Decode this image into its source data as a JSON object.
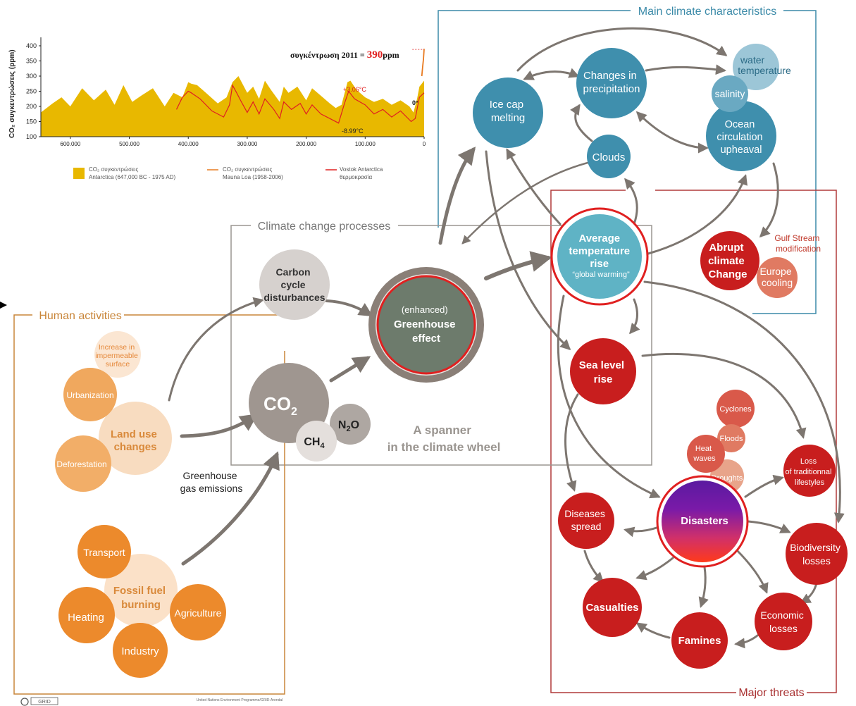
{
  "chart_data": {
    "type": "area",
    "ylabel": "CO₂ συγκεντρώσεις (ppm)",
    "xlim": [
      -650000,
      0
    ],
    "ylim": [
      100,
      400
    ],
    "y_ticks": [
      "100",
      "150",
      "200",
      "250",
      "300",
      "350",
      "400"
    ],
    "x_ticks": [
      "600.000",
      "500.000",
      "400.000",
      "300.000",
      "200.000",
      "100.000",
      "0"
    ],
    "annotation_prefix": "συγκέντρωση 2011 = ",
    "annotation_value": "390",
    "annotation_unit": "ppm",
    "temp_high_label": "+3.06°C",
    "temp_low_label": "-8.99°C",
    "marker_label": "0°",
    "legend": [
      {
        "name": "CO₂ συγκεντρώσεις",
        "sub": "Antarctica (647,000 BC - 1975 AD)",
        "color": "#e8b800"
      },
      {
        "name": "CO₂ συγκεντρώσεις",
        "sub": "Mauna Loa (1958-2006)",
        "color": "#e87a20"
      },
      {
        "name": "Vostok Antarctica",
        "sub": "θερμοκρασία",
        "color": "#e02020"
      }
    ],
    "co2_series": {
      "x": [
        -650000,
        -630000,
        -615000,
        -600000,
        -580000,
        -560000,
        -540000,
        -525000,
        -510000,
        -495000,
        -480000,
        -460000,
        -440000,
        -425000,
        -410000,
        -400000,
        -395000,
        -385000,
        -370000,
        -350000,
        -335000,
        -325000,
        -315000,
        -300000,
        -290000,
        -280000,
        -270000,
        -260000,
        -245000,
        -238000,
        -230000,
        -215000,
        -200000,
        -190000,
        -175000,
        -160000,
        -150000,
        -140000,
        -130000,
        -125000,
        -115000,
        -100000,
        -85000,
        -70000,
        -55000,
        -40000,
        -25000,
        -18000,
        -12000,
        -8000,
        0
      ],
      "y": [
        180,
        210,
        230,
        200,
        260,
        220,
        255,
        205,
        270,
        215,
        235,
        260,
        200,
        245,
        230,
        280,
        275,
        270,
        245,
        210,
        230,
        280,
        300,
        245,
        265,
        225,
        285,
        255,
        215,
        265,
        245,
        265,
        220,
        260,
        235,
        210,
        195,
        205,
        280,
        285,
        255,
        230,
        215,
        225,
        205,
        220,
        200,
        180,
        225,
        265,
        285
      ]
    },
    "temperature_series": {
      "x": [
        -420000,
        -410000,
        -400000,
        -395000,
        -380000,
        -360000,
        -340000,
        -330000,
        -325000,
        -318000,
        -310000,
        -300000,
        -290000,
        -280000,
        -270000,
        -255000,
        -245000,
        -238000,
        -225000,
        -210000,
        -200000,
        -190000,
        -175000,
        -160000,
        -145000,
        -135000,
        -128000,
        -118000,
        -100000,
        -85000,
        -70000,
        -55000,
        -40000,
        -22000,
        -15000,
        -8000,
        0
      ],
      "y": [
        190,
        230,
        250,
        245,
        225,
        185,
        165,
        205,
        270,
        245,
        215,
        180,
        215,
        175,
        225,
        190,
        160,
        215,
        190,
        210,
        175,
        205,
        175,
        160,
        145,
        210,
        250,
        225,
        205,
        175,
        190,
        165,
        185,
        150,
        160,
        230,
        245
      ]
    },
    "mauna_loa_series": {
      "x": [
        -4000,
        -2500,
        -1200,
        0
      ],
      "y": [
        300,
        330,
        355,
        390
      ]
    }
  },
  "diagram": {
    "sections": {
      "climate_characteristics": "Main climate characteristics",
      "climate_processes": "Climate change processes",
      "human_activities": "Human activities",
      "major_threats": "Major threats"
    },
    "nodes": {
      "carbon_cycle": [
        "Carbon",
        "cycle",
        "disturbances"
      ],
      "greenhouse": [
        "(enhanced)",
        "Greenhouse",
        "effect"
      ],
      "co2": "CO",
      "co2_sub": "2",
      "n2o": "N",
      "n2o_sub": "2",
      "n2o_tail": "O",
      "ch4": "CH",
      "ch4_sub": "4",
      "spanner": [
        "A spanner",
        "in the climate wheel"
      ],
      "ghg_emissions": [
        "Greenhouse",
        "gas emissions"
      ],
      "urbanization": "Urbanization",
      "impermeable": [
        "Increase in",
        "impermeable",
        "surface"
      ],
      "land_use": [
        "Land use",
        "changes"
      ],
      "deforestation": "Deforestation",
      "transport": "Transport",
      "fossil_fuel": [
        "Fossil fuel",
        "burning"
      ],
      "heating": "Heating",
      "agriculture": "Agriculture",
      "industry": "Industry",
      "ice_cap": [
        "Ice cap",
        "melting"
      ],
      "precipitation": [
        "Changes in",
        "precipitation"
      ],
      "water_temp": [
        "water",
        "temperature"
      ],
      "salinity": "salinity",
      "ocean_circ": [
        "Ocean",
        "circulation",
        "upheaval"
      ],
      "clouds": "Clouds",
      "avg_temp": [
        "Average",
        "temperature",
        "rise"
      ],
      "global_warming": "“global warming”",
      "abrupt": [
        "Abrupt",
        "climate",
        "Change"
      ],
      "gulf_stream": [
        "Gulf Stream",
        "modification"
      ],
      "europe_cooling": [
        "Europe",
        "cooling"
      ],
      "sea_level": [
        "Sea level",
        "rise"
      ],
      "cyclones": "Cyclones",
      "floods": "Floods",
      "heat_waves": [
        "Heat",
        "waves"
      ],
      "droughts": "Droughts",
      "loss_lifestyles": [
        "Loss",
        "of traditionnal",
        "lifestyles"
      ],
      "diseases": [
        "Diseases",
        "spread"
      ],
      "disasters": "Disasters",
      "biodiversity": [
        "Biodiversity",
        "losses"
      ],
      "casualties": "Casualties",
      "economic": [
        "Economic",
        "losses"
      ],
      "famines": "Famines"
    },
    "footer": {
      "logo": "GRID",
      "credit": "United Nations Environment Programme/GRID-Arendal"
    }
  }
}
